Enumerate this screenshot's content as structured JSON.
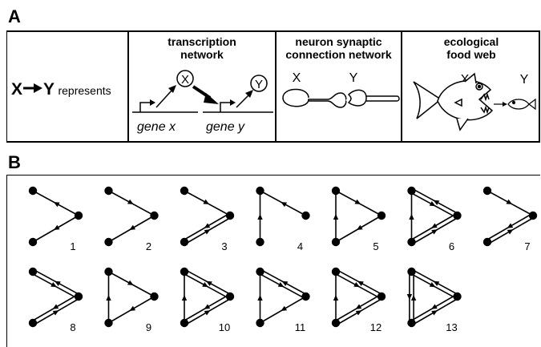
{
  "panel_a": {
    "letter": "A",
    "representation": {
      "x": "X",
      "y": "Y",
      "word": "represents"
    },
    "transcription": {
      "title_line1": "transcription",
      "title_line2": "network",
      "node_x": "X",
      "node_y": "Y",
      "gene_x": "gene x",
      "gene_y": "gene y"
    },
    "neuron": {
      "title_line1": "neuron synaptic",
      "title_line2": "connection network",
      "label_x": "X",
      "label_y": "Y"
    },
    "food_web": {
      "title_line1": "ecological",
      "title_line2": "food web",
      "label_x": "X",
      "label_y": "Y"
    }
  },
  "panel_b": {
    "letter": "B",
    "motifs": [
      {
        "id": "1",
        "label": "1"
      },
      {
        "id": "2",
        "label": "2"
      },
      {
        "id": "3",
        "label": "3"
      },
      {
        "id": "4",
        "label": "4"
      },
      {
        "id": "5",
        "label": "5"
      },
      {
        "id": "6",
        "label": "6"
      },
      {
        "id": "7",
        "label": "7"
      },
      {
        "id": "8",
        "label": "8"
      },
      {
        "id": "9",
        "label": "9"
      },
      {
        "id": "10",
        "label": "10"
      },
      {
        "id": "11",
        "label": "11"
      },
      {
        "id": "12",
        "label": "12"
      },
      {
        "id": "13",
        "label": "13"
      }
    ]
  }
}
